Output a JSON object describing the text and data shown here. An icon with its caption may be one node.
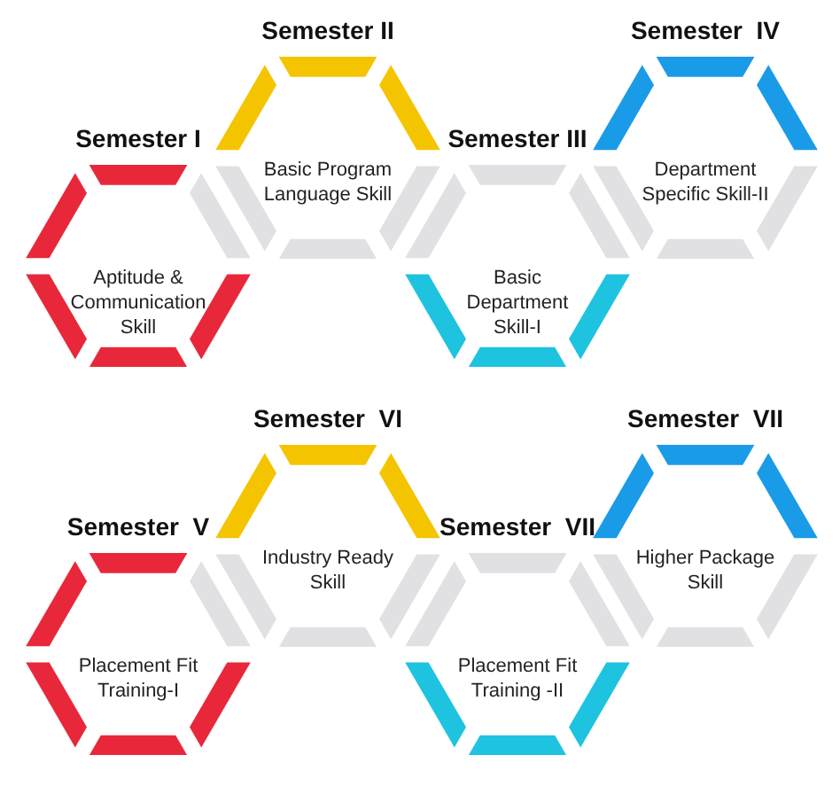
{
  "diagram": {
    "nodes": [
      {
        "text": [
          "Semester I",
          "Aptitude & Communication Skill"
        ]
      },
      {
        "text": [
          "Semester II",
          "Basic Program Language Skill"
        ]
      },
      {
        "text": [
          "Semester III",
          "Basic Department Skill-I"
        ]
      },
      {
        "text": [
          "Semester  IV",
          "Department Specific Skill-II"
        ]
      },
      {
        "text": [
          "Semester  V",
          "Placement Fit Training-I"
        ]
      },
      {
        "text": [
          "Semester  VI",
          "Industry Ready Skill"
        ]
      },
      {
        "text": [
          "Semester  VII",
          "Placement Fit Training -II"
        ]
      },
      {
        "text": [
          "Semester  VII",
          "Higher Package Skill"
        ]
      }
    ]
  }
}
